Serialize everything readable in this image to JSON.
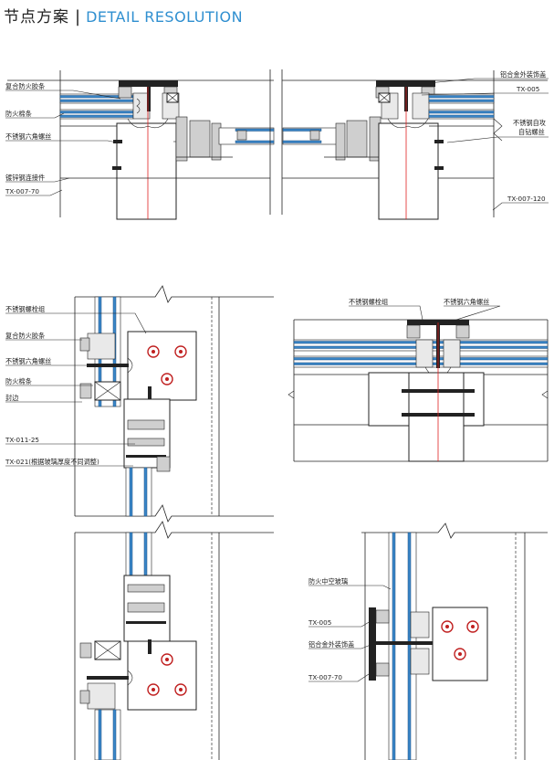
{
  "header": {
    "title_zh": "节点方案",
    "separator": "|",
    "title_en": "DETAIL  RESOLUTION",
    "accent_color": "#2f8fd0"
  },
  "details": {
    "top_left": {
      "labels": [
        "复合防火胶条",
        "防火棉条",
        "不锈钢六角螺丝",
        "镀锌钢连接件",
        "TX-007-70"
      ]
    },
    "top_right": {
      "labels": [
        "铝合金外装饰盖",
        "TX-005",
        "不锈钢自攻",
        "自钻螺丝",
        "TX-007-120"
      ]
    },
    "middle_left": {
      "labels": [
        "不锈钢螺栓组",
        "复合防火胶条",
        "不锈钢六角螺丝",
        "防火棉条",
        "封边",
        "TX-011-25",
        "TX-021(根据玻璃厚度不同调整)"
      ]
    },
    "middle_right": {
      "labels": [
        "不锈钢螺栓组",
        "不锈钢六角螺丝"
      ]
    },
    "bottom_right": {
      "labels": [
        "防火中空玻璃",
        "TX-005",
        "铝合金外装饰盖",
        "TX-007-70"
      ]
    }
  }
}
